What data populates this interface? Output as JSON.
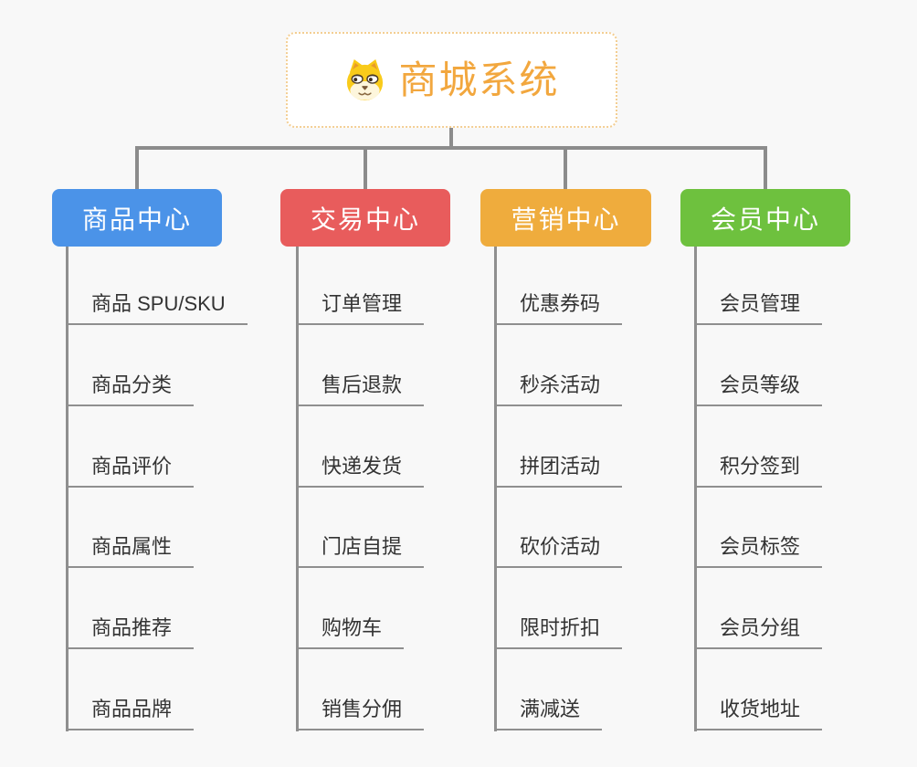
{
  "page": {
    "background_color": "#F8F8F8",
    "connector_color": "#8C8C8C"
  },
  "root": {
    "title": "商城系统",
    "icon": "dog-face-icon",
    "text_color": "#F2A73E",
    "border_color": "#F3CE92"
  },
  "branches": [
    {
      "label": "商品中心",
      "color": "#4B93E8",
      "items": [
        "商品 SPU/SKU",
        "商品分类",
        "商品评价",
        "商品属性",
        "商品推荐",
        "商品品牌"
      ]
    },
    {
      "label": "交易中心",
      "color": "#E85C5C",
      "items": [
        "订单管理",
        "售后退款",
        "快递发货",
        "门店自提",
        "购物车",
        "销售分佣"
      ]
    },
    {
      "label": "营销中心",
      "color": "#EFAC3D",
      "items": [
        "优惠券码",
        "秒杀活动",
        "拼团活动",
        "砍价活动",
        "限时折扣",
        "满减送"
      ]
    },
    {
      "label": "会员中心",
      "color": "#6EC13E",
      "items": [
        "会员管理",
        "会员等级",
        "积分签到",
        "会员标签",
        "会员分组",
        "收货地址"
      ]
    }
  ]
}
